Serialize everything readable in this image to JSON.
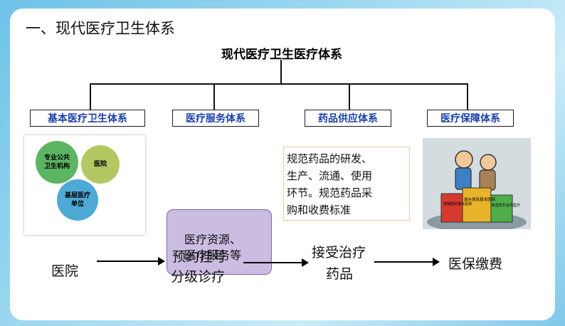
{
  "section_heading": "一、现代医疗卫生体系",
  "diagram": {
    "root": "现代医疗卫生医疗体系",
    "categories": [
      "基本医疗卫生体系",
      "医疗服务体系",
      "药品供应体系",
      "医疗保障体系"
    ],
    "venn_labels": [
      "专业公共卫生机构",
      "医院",
      "基层医疗单位"
    ],
    "drug_supply_note": [
      "规范药品的研发、",
      "生产、流通、使用",
      "环节。规范药品采",
      "购和收费标准"
    ],
    "cartoon_labels": [
      "城镇居民基本医保",
      "城乡居民基本医保",
      "新型农村合作医疗"
    ]
  },
  "flow": {
    "step1": "医院",
    "box_text": [
      "医疗资源、",
      "医疗服务等"
    ],
    "step2_overlap": "预约挂号",
    "step2": "分级诊疗",
    "step3": [
      "接受治疗",
      "药品"
    ],
    "step4": "医保缴费"
  },
  "colors": {
    "category_text": "#1a3fa8",
    "purple_box": "#cbbde2"
  }
}
